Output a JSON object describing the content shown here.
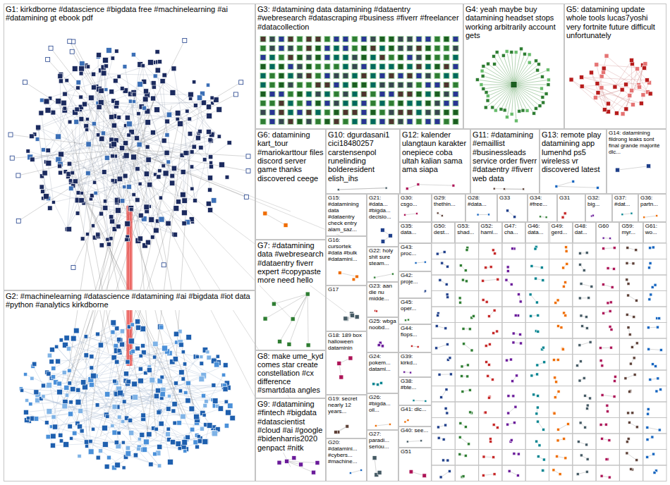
{
  "diagram": {
    "nodes": [
      {
        "text": [
          "G1: kirkdborne #datascience #bigdata free #machinelearning #ai #datamining gt ebook pdf"
        ]
      },
      {
        "text": [
          "G2: #machinelearning #datascience #datamining #ai #bigdata #iot data #python #analytics kirkdborne"
        ]
      },
      {
        "text": [
          "G3: #datamining data datamining #dataentry #webresearch #datascraping #business #fiverr #freelancer #datacollection"
        ]
      },
      {
        "text": [
          "G4: yeah maybe buy datamining headset stops working arbitrarily account gets"
        ]
      },
      {
        "text": [
          "G5: datamining update whole tools lucas7yoshi very fortnite future difficult unfortunately"
        ]
      },
      {
        "text": [
          "G6: datamining kart_tour #mariokarttour files discord server game thanks discovered ceege"
        ]
      },
      {
        "text": [
          "G10: dgurdasani1 cici18480257 carstensenpol runelinding bolderesident elish_ihs"
        ]
      },
      {
        "text": [
          "G12: kalender ulangtaun karakter onepiece coba ultah kalian sama ama siapa"
        ]
      },
      {
        "text": [
          "G11: #datamining #emaillist #businessleads service order fiverr #dataentry #fiverr web data"
        ]
      },
      {
        "text": [
          "G13: remote play datamining app lumenhd ps5 wireless vr discovered latest"
        ]
      },
      {
        "text": [
          "G14: datamining fildrong leaks sont final grande majorité dlc..."
        ]
      },
      {
        "text": [
          "G7: #datamining data #webresearch #dataentry fiverr expert #copypaste more need hello"
        ]
      },
      {
        "text": [
          "G8: make ume_kyd comes star create constellation #cx difference #smartdata angles"
        ]
      },
      {
        "text": [
          "G9: #datamining #fintech #bigdata #datascientist #cloud #ai #google #bidenharris2020 genpact #nitk"
        ]
      },
      {
        "text": [
          "G15: #datamining data #dataentry check entry alam_saz..."
        ]
      },
      {
        "text": [
          "G16: cursortek #data #bulk #datamini..."
        ]
      },
      {
        "text": [
          "G17"
        ]
      },
      {
        "text": [
          "G18: 189 box halloween dataminin"
        ]
      },
      {
        "text": [
          "G19: secret nearly 12 years..."
        ]
      },
      {
        "text": [
          "G20: #datamini... #cybers... #machine..."
        ]
      },
      {
        "text": [
          "G21: #data... #bigda... decisio..."
        ]
      },
      {
        "text": [
          "G22: holy shit sure steam..."
        ]
      },
      {
        "text": [
          "G23: aan die nu midde..."
        ]
      },
      {
        "text": [
          "G25: wbga noobd..."
        ]
      },
      {
        "text": [
          "G24: pokem... datami..."
        ]
      },
      {
        "text": [
          "G26: #bigda... oil..."
        ]
      },
      {
        "text": [
          "G27: paradi... seriou..."
        ]
      },
      {
        "text": [
          "G30: csgo..."
        ]
      },
      {
        "text": [
          "G35: data..."
        ]
      },
      {
        "text": [
          "G43: proc..."
        ]
      },
      {
        "text": [
          "G42: proje..."
        ]
      },
      {
        "text": [
          "G45: oper..."
        ]
      },
      {
        "text": [
          "G44: flops..."
        ]
      },
      {
        "text": [
          "G39: kirkd..."
        ]
      },
      {
        "text": [
          "G38: #bte..."
        ]
      },
      {
        "text": [
          "G41: dlc..."
        ]
      },
      {
        "text": [
          "G40: see..."
        ]
      },
      {
        "text": [
          "G51"
        ]
      },
      {
        "text": [
          "G29: thethin..."
        ]
      },
      {
        "text": [
          "G28: #data..."
        ]
      },
      {
        "text": [
          "G33"
        ]
      },
      {
        "text": [
          "G34: #free..."
        ]
      },
      {
        "text": [
          "G31"
        ]
      },
      {
        "text": [
          "G32: big..."
        ]
      },
      {
        "text": [
          "G37: #dat..."
        ]
      },
      {
        "text": [
          "G36: partn..."
        ]
      },
      {
        "text": [
          "G50: dest..."
        ]
      },
      {
        "text": [
          "G53: shad..."
        ]
      },
      {
        "text": [
          "G52: haml..."
        ]
      },
      {
        "text": [
          "G47: cha..."
        ]
      },
      {
        "text": [
          "G46: data..."
        ]
      },
      {
        "text": [
          "G49: gerd..."
        ]
      },
      {
        "text": [
          "G48: dat..."
        ]
      },
      {
        "text": [
          "G60"
        ]
      },
      {
        "text": [
          "G59: myr..."
        ]
      },
      {
        "text": [
          "G61: wo..."
        ]
      }
    ]
  }
}
